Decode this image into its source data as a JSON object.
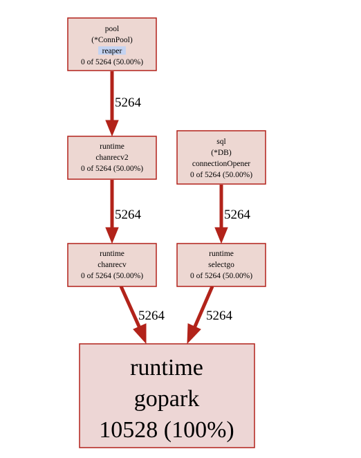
{
  "diagram": {
    "nodes": {
      "reaper": {
        "lines": [
          "pool",
          "(*ConnPool)",
          "reaper",
          "0 of 5264 (50.00%)"
        ],
        "highlighted_line": 2
      },
      "chanrecv2": {
        "lines": [
          "runtime",
          "chanrecv2",
          "0 of 5264 (50.00%)"
        ]
      },
      "connectionOpener": {
        "lines": [
          "sql",
          "(*DB)",
          "connectionOpener",
          "0 of 5264 (50.00%)"
        ]
      },
      "chanrecv": {
        "lines": [
          "runtime",
          "chanrecv",
          "0 of 5264 (50.00%)"
        ]
      },
      "selectgo": {
        "lines": [
          "runtime",
          "selectgo",
          "0 of 5264 (50.00%)"
        ]
      },
      "gopark": {
        "lines": [
          "runtime",
          "gopark",
          "10528 (100%)"
        ]
      }
    },
    "edges": [
      {
        "from": "reaper",
        "to": "chanrecv2",
        "label": "5264"
      },
      {
        "from": "chanrecv2",
        "to": "chanrecv",
        "label": "5264"
      },
      {
        "from": "connectionOpener",
        "to": "selectgo",
        "label": "5264"
      },
      {
        "from": "chanrecv",
        "to": "gopark",
        "label": "5264"
      },
      {
        "from": "selectgo",
        "to": "gopark",
        "label": "5264"
      }
    ],
    "colors": {
      "node_fill": "#edd7d2",
      "node_stroke": "#b2211a",
      "edge": "#b2231a",
      "highlight": "#c4d3f1"
    }
  }
}
